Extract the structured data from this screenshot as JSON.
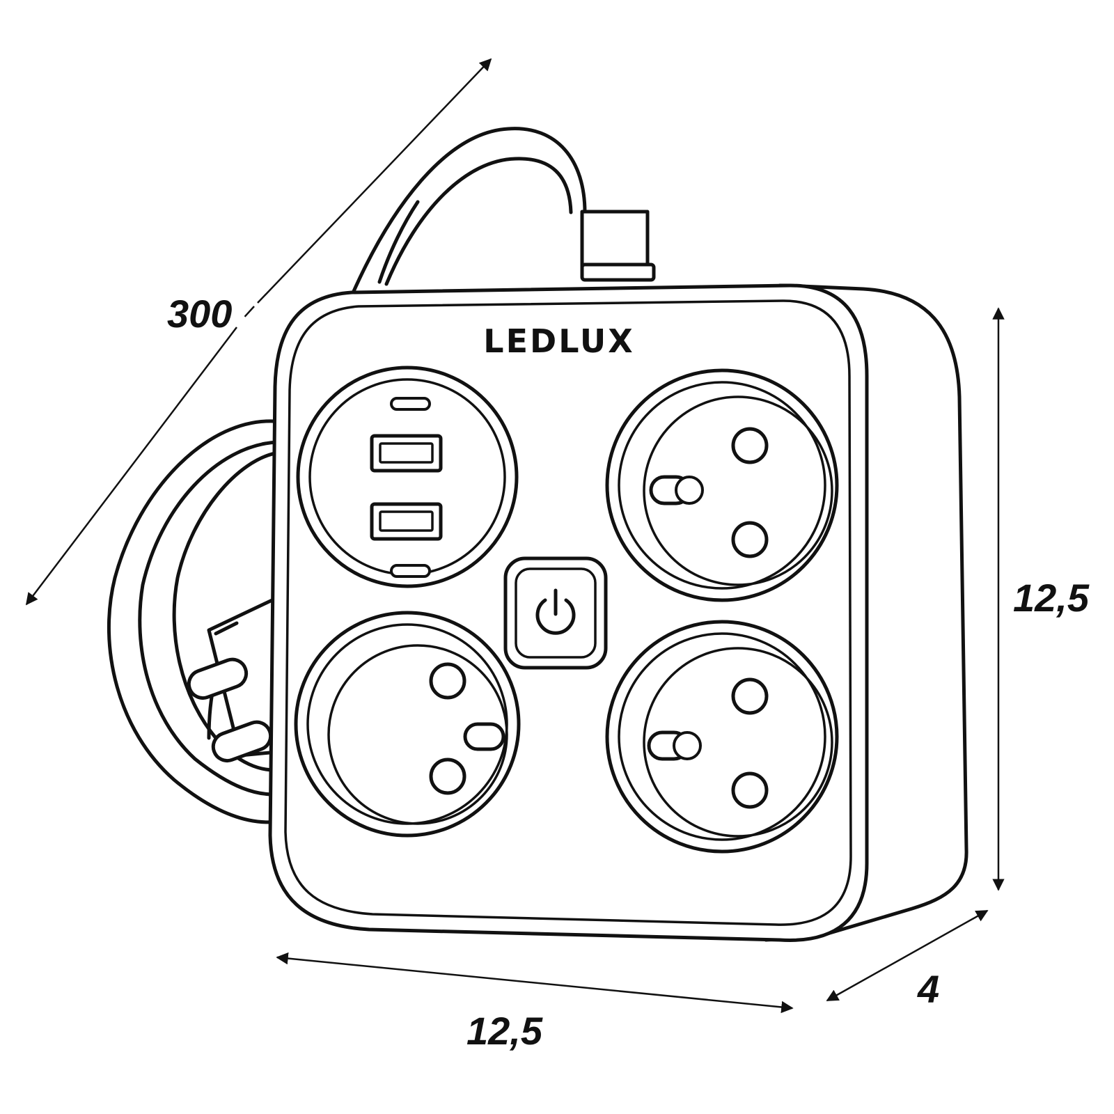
{
  "brand": "LEDLUX",
  "dimensions": {
    "cable_length": "300",
    "height": "12,5",
    "width": "12,5",
    "depth": "4"
  },
  "components": {
    "usb_module_ports": [
      "usb-c",
      "usb-a",
      "usb-a",
      "usb-c"
    ],
    "sockets_count": 3,
    "power_button_icon": "power-icon"
  }
}
